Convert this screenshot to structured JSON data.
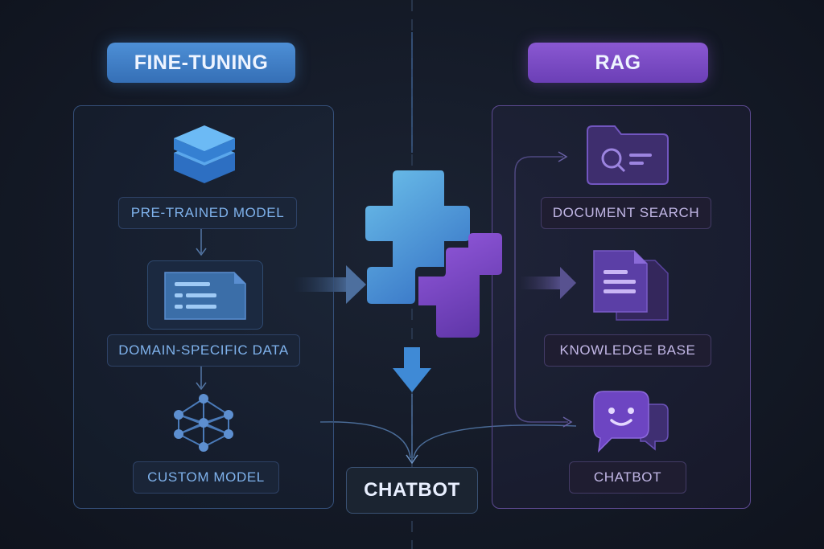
{
  "left": {
    "title": "FINE-TUNING",
    "steps": [
      "PRE-TRAINED MODEL",
      "DOMAIN-SPECIFIC DATA",
      "CUSTOM MODEL"
    ],
    "icons": [
      "layers-icon",
      "document-icon",
      "network-icon"
    ]
  },
  "right": {
    "title": "RAG",
    "steps": [
      "DOCUMENT SEARCH",
      "KNOWLEDGE BASE",
      "CHATBOT"
    ],
    "icons": [
      "folder-search-icon",
      "documents-icon",
      "chat-bubble-icon"
    ]
  },
  "center": {
    "output": "CHATBOT",
    "icons": [
      "puzzle-icon",
      "down-arrow-icon"
    ]
  },
  "colors": {
    "fine_tuning": "#4a8cd6",
    "rag": "#8a58d2",
    "background": "#141a27"
  }
}
